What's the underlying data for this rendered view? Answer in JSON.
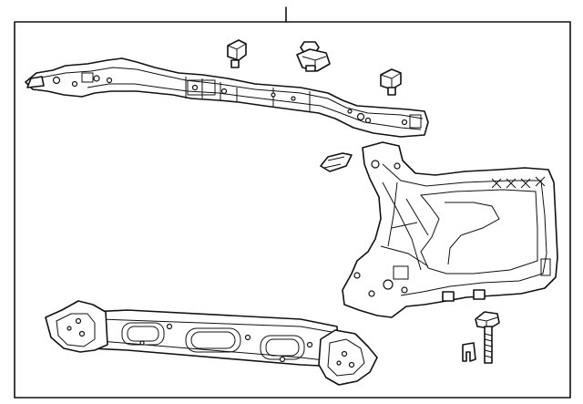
{
  "diagram": {
    "kind": "exploded parts illustration",
    "colors": {
      "line": "#111111",
      "background": "#ffffff"
    },
    "parts": [
      {
        "name": "upper-tie-bar",
        "icon": "upper-tie-bar-icon"
      },
      {
        "name": "mount-bracket-left",
        "icon": "mount-bracket-icon"
      },
      {
        "name": "mount-bracket-center",
        "icon": "mount-bracket-icon"
      },
      {
        "name": "mount-bracket-right",
        "icon": "mount-bracket-icon"
      },
      {
        "name": "small-clip",
        "icon": "clip-icon"
      },
      {
        "name": "side-support-panel",
        "icon": "side-panel-icon"
      },
      {
        "name": "lower-tie-bar",
        "icon": "lower-tie-bar-icon"
      },
      {
        "name": "bolt",
        "icon": "bolt-icon"
      },
      {
        "name": "retainer-clip",
        "icon": "retainer-icon"
      }
    ]
  }
}
